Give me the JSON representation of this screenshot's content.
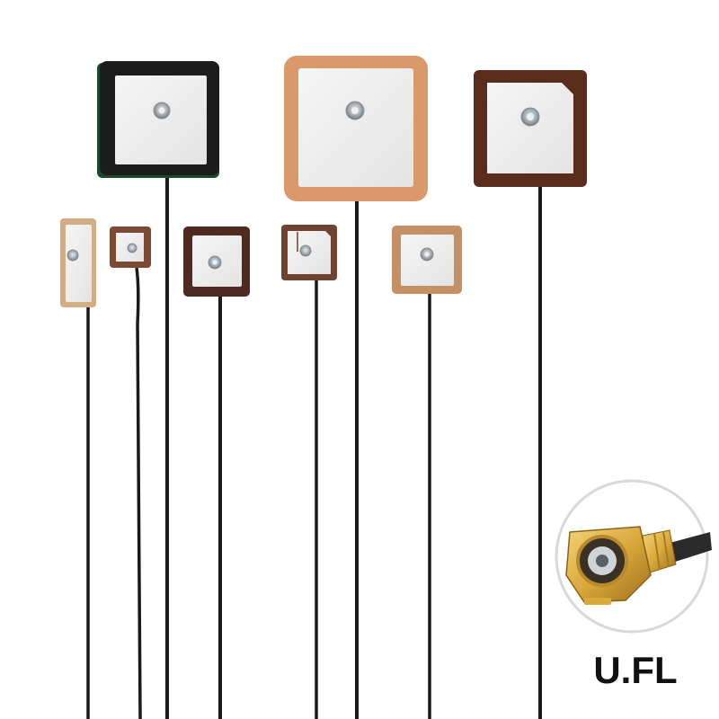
{
  "connector": {
    "label": "U.FL"
  },
  "colors": {
    "background": "#ffffff",
    "cable": "#1a1a1a",
    "patch_face": "#ececec",
    "feed_pin": "#9aa0a3",
    "label": "#111111",
    "gold": "#d9a93c",
    "circle_border": "#d9d9d9"
  },
  "antennas": [
    {
      "name": "black-frame-patch",
      "frame_color": "#1c1c1c"
    },
    {
      "name": "large-ceramic-patch",
      "frame_color": "#d9996a"
    },
    {
      "name": "dark-brown-patch",
      "frame_color": "#5a2c1c"
    },
    {
      "name": "narrow-ceramic-patch",
      "frame_color": "#d2ad86"
    },
    {
      "name": "small-brown-patch",
      "frame_color": "#7a4a35"
    },
    {
      "name": "medium-dark-brown-patch",
      "frame_color": "#4e2a20"
    },
    {
      "name": "medium-brown-patch",
      "frame_color": "#6e4330"
    },
    {
      "name": "medium-tan-patch",
      "frame_color": "#c49064"
    }
  ]
}
